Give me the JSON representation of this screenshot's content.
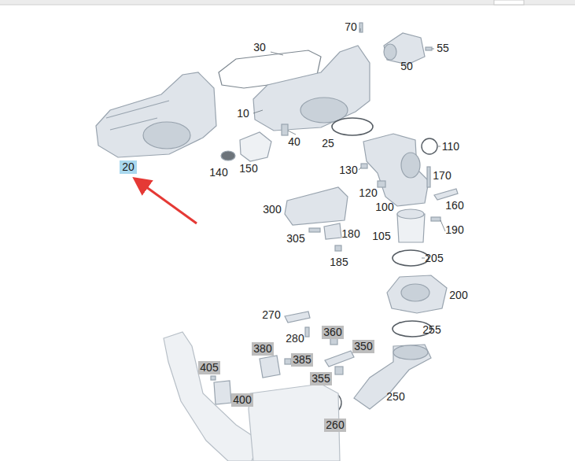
{
  "diagram": {
    "labels": [
      "70",
      "30",
      "55",
      "50",
      "10",
      "40",
      "25",
      "20",
      "140",
      "150",
      "110",
      "130",
      "170",
      "120",
      "160",
      "100",
      "300",
      "180",
      "190",
      "305",
      "105",
      "185",
      "205",
      "200",
      "270",
      "360",
      "280",
      "380",
      "350",
      "385",
      "405",
      "355",
      "255",
      "400",
      "250",
      "260"
    ]
  }
}
